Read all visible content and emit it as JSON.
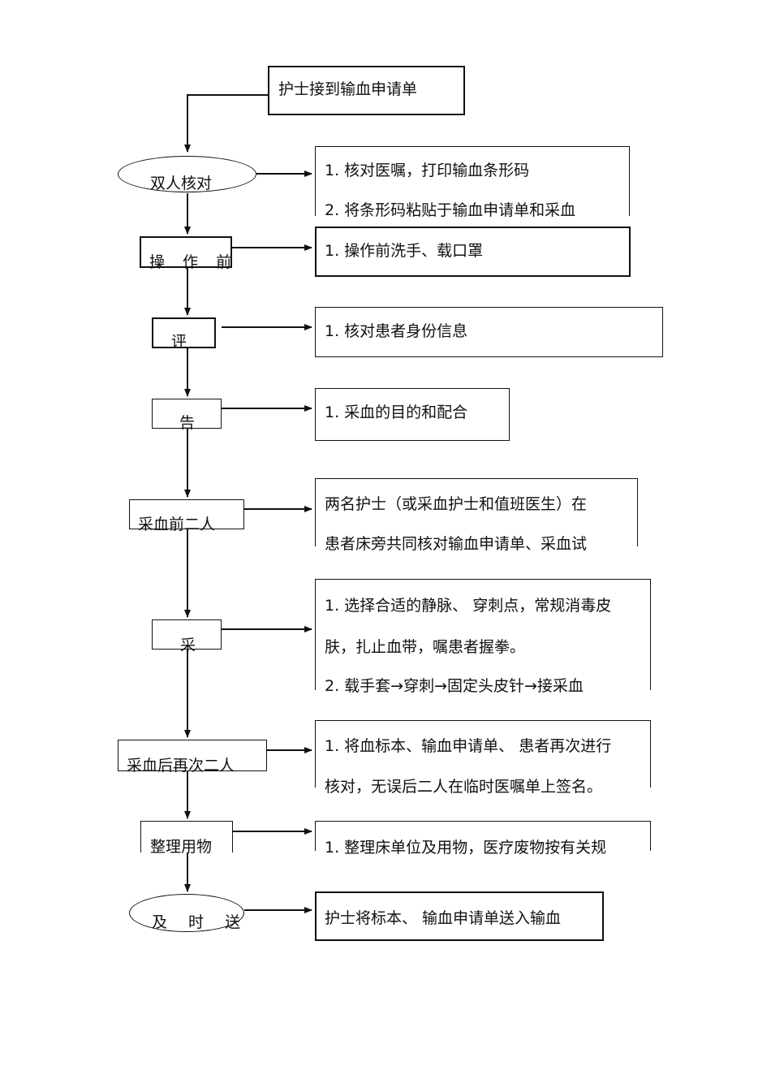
{
  "start": "护士接到输血申请单",
  "steps": [
    {
      "label": "双人核对",
      "details": [
        "1. 核对医嘱，打印输血条形码",
        "2. 将条形码粘贴于输血申请单和采血"
      ]
    },
    {
      "label": "操 作 前",
      "details": [
        "1. 操作前洗手、载口罩"
      ]
    },
    {
      "label": "评",
      "details": [
        "1. 核对患者身份信息"
      ]
    },
    {
      "label": "告",
      "details": [
        "1. 采血的目的和配合"
      ]
    },
    {
      "label": "采血前二人",
      "details": [
        "两名护士（或采血护士和值班医生）在",
        "患者床旁共同核对输血申请单、采血试"
      ]
    },
    {
      "label": "采",
      "details": [
        "1. 选择合适的静脉、 穿刺点，常规消毒皮",
        "肤，扎止血带，嘱患者握拳。",
        "2. 载手套→穿刺→固定头皮针→接采血"
      ]
    },
    {
      "label": "采血后再次二人",
      "details": [
        "1. 将血标本、输血申请单、 患者再次进行",
        "核对，无误后二人在临时医嘱单上签名。"
      ]
    },
    {
      "label": "整理用物",
      "details": [
        "1. 整理床单位及用物，医疗废物按有关规"
      ]
    },
    {
      "label": "及 时 送",
      "details": [
        "护士将标本、 输血申请单送入输血"
      ]
    }
  ]
}
